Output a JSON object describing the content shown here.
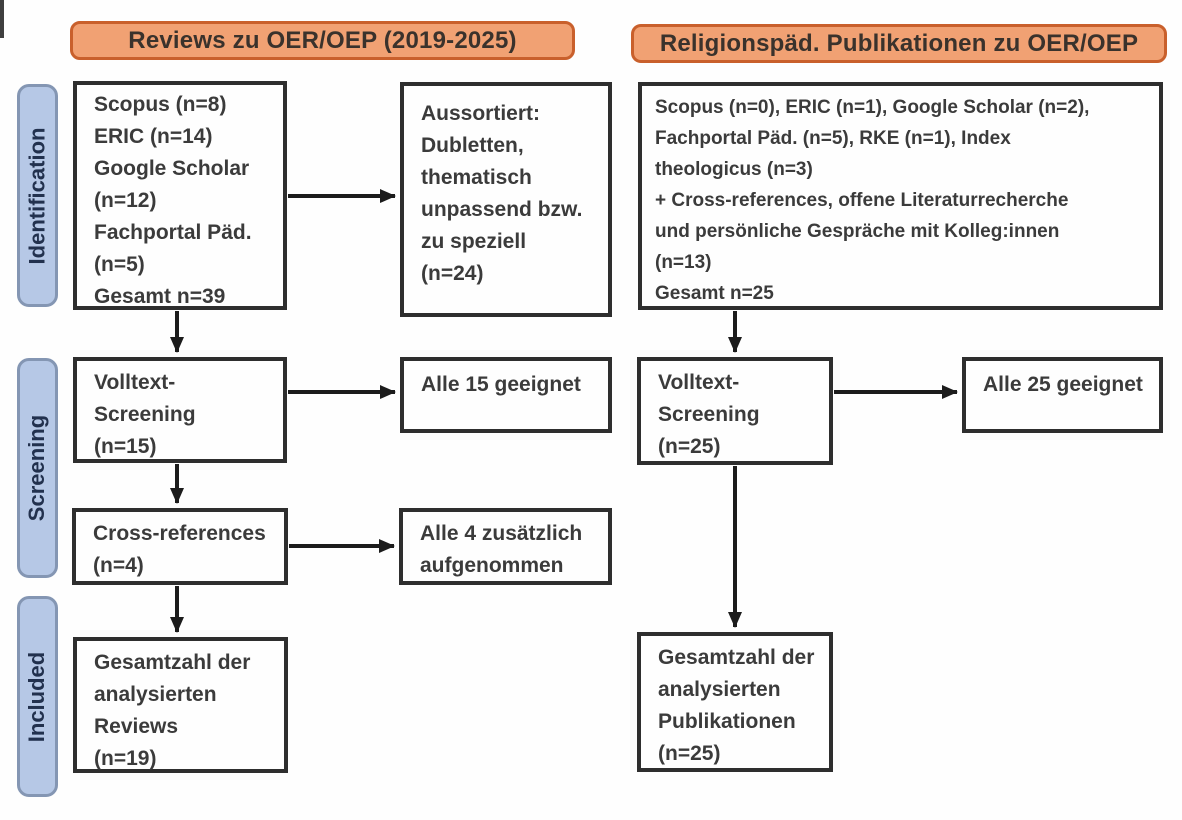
{
  "headers": {
    "left": "Reviews zu OER/OEP (2019-2025)",
    "right": "Religionspäd. Publikationen zu OER/OEP"
  },
  "stages": {
    "identification": "Identification",
    "screening": "Screening",
    "included": "Included"
  },
  "left_flow": {
    "sources": "Scopus (n=8)\nERIC (n=14)\nGoogle Scholar\n(n=12)\nFachportal Päd.\n(n=5)\nGesamt n=39",
    "excluded": "Aussortiert:\nDubletten,\nthematisch\nunpassend bzw.\nzu speziell\n(n=24)",
    "fulltext_screening": "Volltext-\nScreening\n(n=15)",
    "fulltext_result": "Alle 15 geeignet",
    "cross_references": "Cross-references\n(n=4)",
    "cross_references_result": "Alle 4 zusätzlich\naufgenommen",
    "included_total": "Gesamtzahl der\nanalysierten\nReviews\n(n=19)"
  },
  "right_flow": {
    "sources": "Scopus (n=0), ERIC (n=1), Google Scholar (n=2),\nFachportal Päd. (n=5), RKE (n=1), Index\ntheologicus (n=3)\n+ Cross-references, offene Literaturrecherche\nund persönliche Gespräche mit Kolleg:innen\n(n=13)\nGesamt n=25",
    "fulltext_screening": "Volltext-\nScreening\n(n=25)",
    "fulltext_result": "Alle 25 geeignet",
    "included_total": "Gesamtzahl der\nanalysierten\nPublikationen\n(n=25)"
  },
  "colors": {
    "header_fill": "#f1a173",
    "header_border": "#c9602c",
    "stage_fill": "#b6c8e6",
    "stage_border": "#8496b3",
    "box_border": "#2e2e2e",
    "text": "#3b3b3b",
    "arrow": "#1c1c1c"
  }
}
